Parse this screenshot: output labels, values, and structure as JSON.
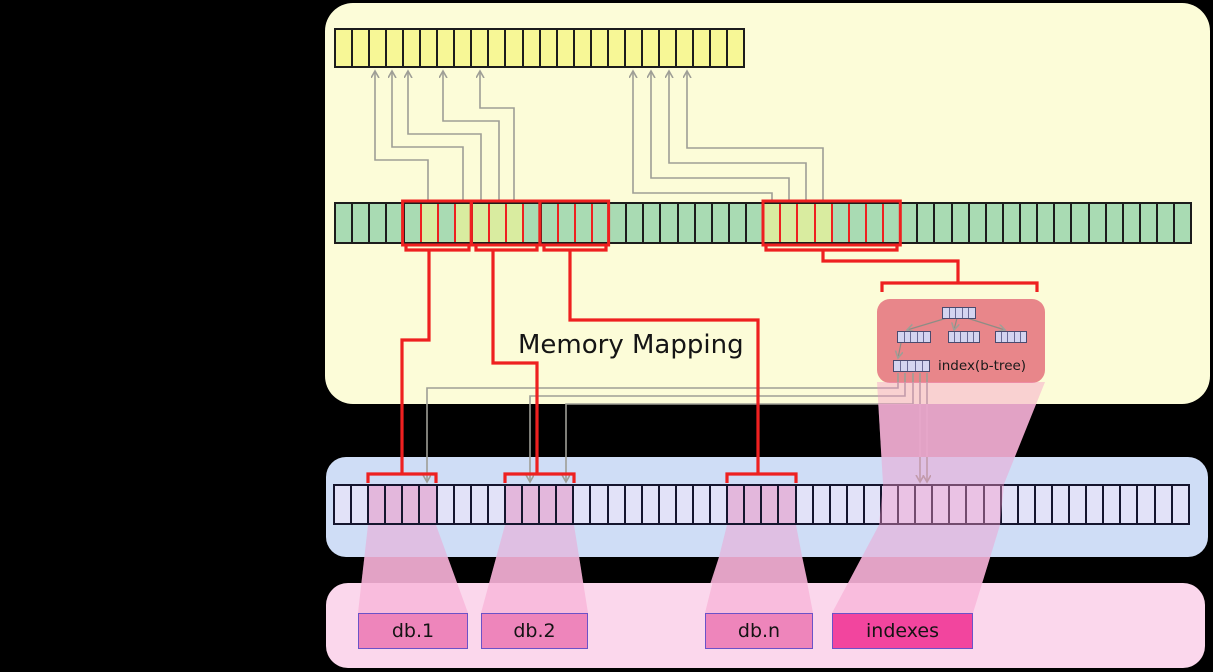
{
  "diagram": {
    "title": "Memory Mapping",
    "btree_label": "index(b-tree)",
    "file_boxes": [
      {
        "label": "db.1",
        "accent": false
      },
      {
        "label": "db.2",
        "accent": false
      },
      {
        "label": "db.n",
        "accent": false
      },
      {
        "label": "indexes",
        "accent": true
      }
    ],
    "virtual_row": {
      "cell_count": 24
    },
    "mapped_row": {
      "cell_count": 50,
      "highlight_cells": [
        5,
        7,
        8,
        9,
        10,
        25,
        26,
        27,
        28
      ],
      "red_groups": [
        [
          4,
          8
        ],
        [
          8,
          12
        ],
        [
          12,
          16
        ],
        [
          25,
          33
        ]
      ]
    },
    "disk_row": {
      "cell_count": 50,
      "highlight_cells": [
        2,
        3,
        4,
        5,
        10,
        11,
        12,
        13,
        23,
        24,
        25,
        26
      ]
    },
    "btree_strip_cells": 5
  },
  "colors": {
    "background": "#000000",
    "memory_panel": "#fcfcd8",
    "virtual_cell": "#f7f796",
    "mapped_cell": "#a9dbb3",
    "mapped_highlight": "#d9eca0",
    "cache_panel": "#cfddf6",
    "disk_cell": "#e2e2f8",
    "disk_highlight": "#e3b7dc",
    "files_panel": "#fbd7ec",
    "db_box": "#ee85bb",
    "indexes_box": "#f2459e",
    "box_border": "#6b52c8",
    "btree_panel": "#e8868a",
    "btree_cell": "#d4d4f0",
    "red": "#ee2020",
    "gray": "#9e9e96",
    "beam": "#f595c8",
    "beam_solid": "#e9a8cb"
  }
}
